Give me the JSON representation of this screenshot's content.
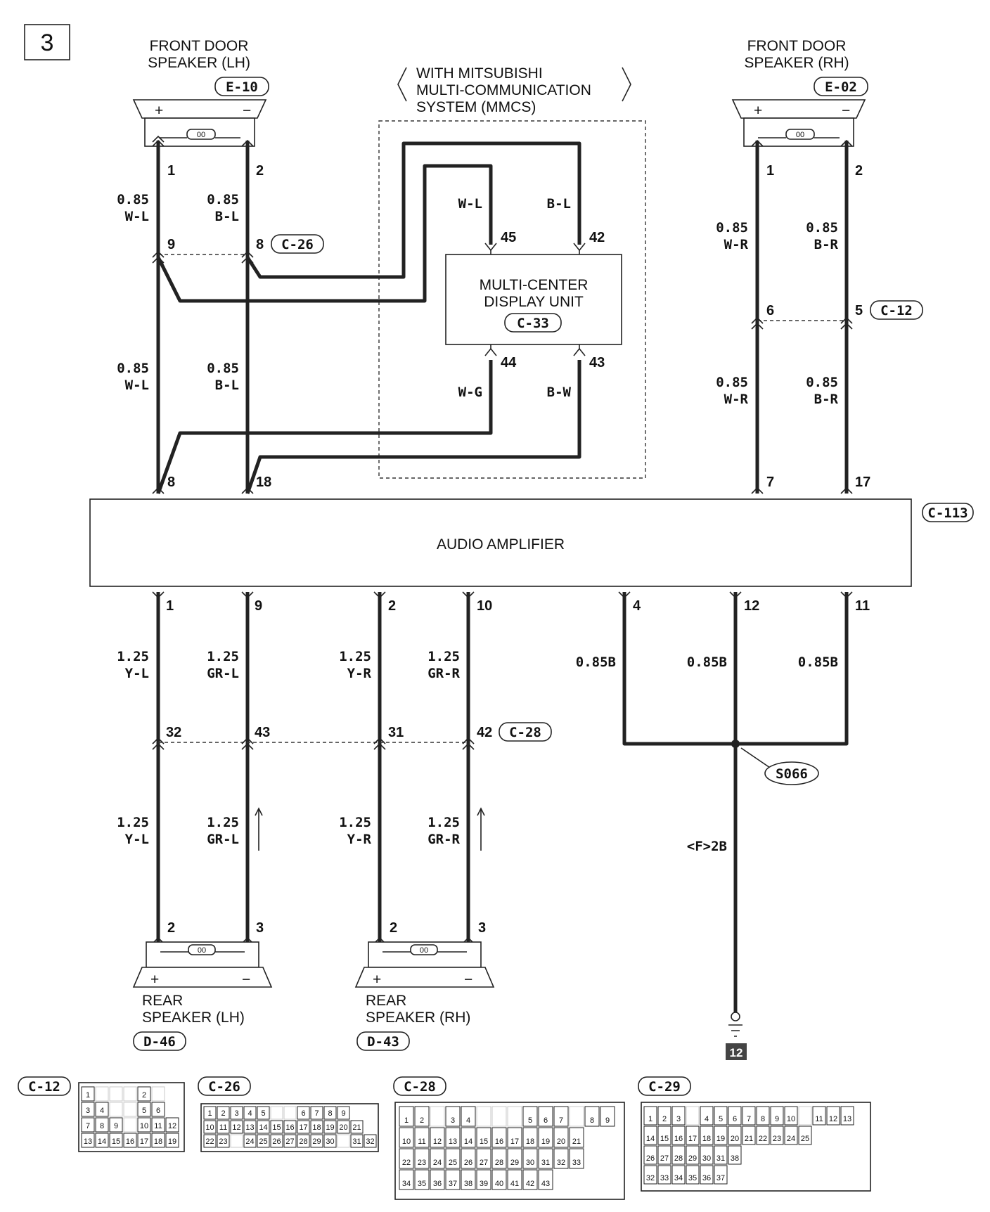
{
  "page_number": "3",
  "front_lh": {
    "title1": "FRONT DOOR",
    "title2": "SPEAKER (LH)",
    "connector": "E-10",
    "plus": "+",
    "minus": "−",
    "pin_a": "1",
    "pin_b": "2"
  },
  "front_rh": {
    "title1": "FRONT DOOR",
    "title2": "SPEAKER (RH)",
    "connector": "E-02",
    "plus": "+",
    "minus": "−",
    "pin_a": "1",
    "pin_b": "2"
  },
  "mmcs": {
    "line1": "WITH MITSUBISHI",
    "line2": "MULTI-COMMUNICATION",
    "line3": "SYSTEM (MMCS)"
  },
  "mcd": {
    "line1": "MULTI-CENTER",
    "line2": "DISPLAY UNIT",
    "connector": "C-33",
    "pin45": "45",
    "pin42": "42",
    "pin44": "44",
    "pin43": "43",
    "wire45": "W-L",
    "wire42": "B-L",
    "wire44": "W-G",
    "wire43": "B-W"
  },
  "amplifier": {
    "label": "AUDIO AMPLIFIER",
    "connector": "C-113"
  },
  "c26": {
    "connector": "C-26",
    "pin9": "9",
    "pin8": "8"
  },
  "c12": {
    "connector": "C-12",
    "pin6": "6",
    "pin5": "5"
  },
  "c28": {
    "connector": "C-28",
    "pin32": "32",
    "pin43": "43",
    "pin31": "31",
    "pin42": "42"
  },
  "wires": {
    "wl_size": "0.85",
    "wl_color": "W-L",
    "bl_size": "0.85",
    "bl_color": "B-L",
    "wr_size": "0.85",
    "wr_color": "W-R",
    "br_size": "0.85",
    "br_color": "B-R",
    "yl_size": "1.25",
    "yl_color": "Y-L",
    "grl_size": "1.25",
    "grl_color": "GR-L",
    "yr_size": "1.25",
    "yr_color": "Y-R",
    "grr_size": "1.25",
    "grr_color": "GR-R",
    "ground_wire": "0.85B",
    "ground_main": "<F>2B"
  },
  "amp_pins_top": {
    "p8": "8",
    "p18": "18",
    "p7": "7",
    "p17": "17"
  },
  "amp_pins_bottom": {
    "p1": "1",
    "p9": "9",
    "p2": "2",
    "p10": "10",
    "p4": "4",
    "p12": "12",
    "p11": "11"
  },
  "splice": "S066",
  "ground_point": "12",
  "rear_lh": {
    "title1": "REAR",
    "title2": "SPEAKER (LH)",
    "connector": "D-46",
    "plus": "+",
    "minus": "−",
    "pin_a": "2",
    "pin_b": "3"
  },
  "rear_rh": {
    "title1": "REAR",
    "title2": "SPEAKER (RH)",
    "connector": "D-43",
    "plus": "+",
    "minus": "−",
    "pin_a": "2",
    "pin_b": "3"
  },
  "coil": "00",
  "connector_views": {
    "c12_label": "C-12",
    "c12_rows": [
      [
        "1",
        "",
        "",
        "",
        "2",
        ""
      ],
      [
        "3",
        "4",
        "",
        "",
        "5",
        "6"
      ],
      [
        "7",
        "8",
        "9",
        "",
        "10",
        "11",
        "12"
      ],
      [
        "13",
        "14",
        "15",
        "16",
        "17",
        "18",
        "19"
      ]
    ],
    "c26_label": "C-26",
    "c26_rows": [
      [
        "1",
        "2",
        "3",
        "4",
        "5",
        "",
        "",
        "6",
        "7",
        "8",
        "9"
      ],
      [
        "10",
        "11",
        "12",
        "13",
        "14",
        "15",
        "16",
        "17",
        "18",
        "19",
        "20",
        "21"
      ],
      [
        "22",
        "23",
        "",
        "24",
        "25",
        "26",
        "27",
        "28",
        "29",
        "30",
        "",
        "31",
        "32"
      ]
    ],
    "c28_label": "C-28",
    "c28_rows": [
      [
        "1",
        "2",
        "",
        "3",
        "4",
        "",
        "",
        "",
        "5",
        "6",
        "7",
        "",
        "8",
        "9"
      ],
      [
        "10",
        "11",
        "12",
        "13",
        "14",
        "15",
        "16",
        "17",
        "18",
        "19",
        "20",
        "21"
      ],
      [
        "22",
        "23",
        "24",
        "25",
        "26",
        "27",
        "28",
        "29",
        "30",
        "31",
        "32",
        "33"
      ],
      [
        "34",
        "35",
        "36",
        "37",
        "38",
        "39",
        "40",
        "41",
        "42",
        "43"
      ]
    ],
    "c29_label": "C-29",
    "c29_rows": [
      [
        "1",
        "2",
        "3",
        "",
        "4",
        "5",
        "6",
        "7",
        "8",
        "9",
        "10",
        "",
        "11",
        "12",
        "13"
      ],
      [
        "14",
        "15",
        "16",
        "17",
        "18",
        "19",
        "20",
        "21",
        "22",
        "23",
        "24",
        "25"
      ],
      [
        "26",
        "27",
        "28",
        "29",
        "30",
        "31",
        "38"
      ],
      [
        "32",
        "33",
        "34",
        "35",
        "36",
        "37"
      ]
    ]
  }
}
